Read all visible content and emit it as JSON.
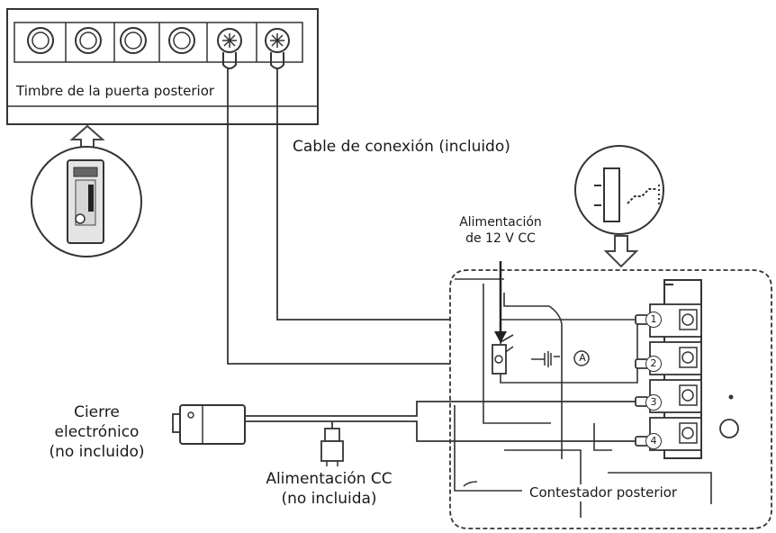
{
  "labels": {
    "doorbell": "Timbre de la puerta posterior",
    "cable": "Cable de conexión (incluido)",
    "power12_line1": "Alimentación",
    "power12_line2": "de 12 V CC",
    "lock_line1": "Cierre",
    "lock_line2": "electrónico",
    "lock_line3": "(no incluido)",
    "dc_line1": "Alimentación CC",
    "dc_line2": "(no incluida)",
    "monitor": "Contestador posterior"
  },
  "terminals": [
    "1",
    "2",
    "3",
    "4"
  ],
  "marker": "A"
}
